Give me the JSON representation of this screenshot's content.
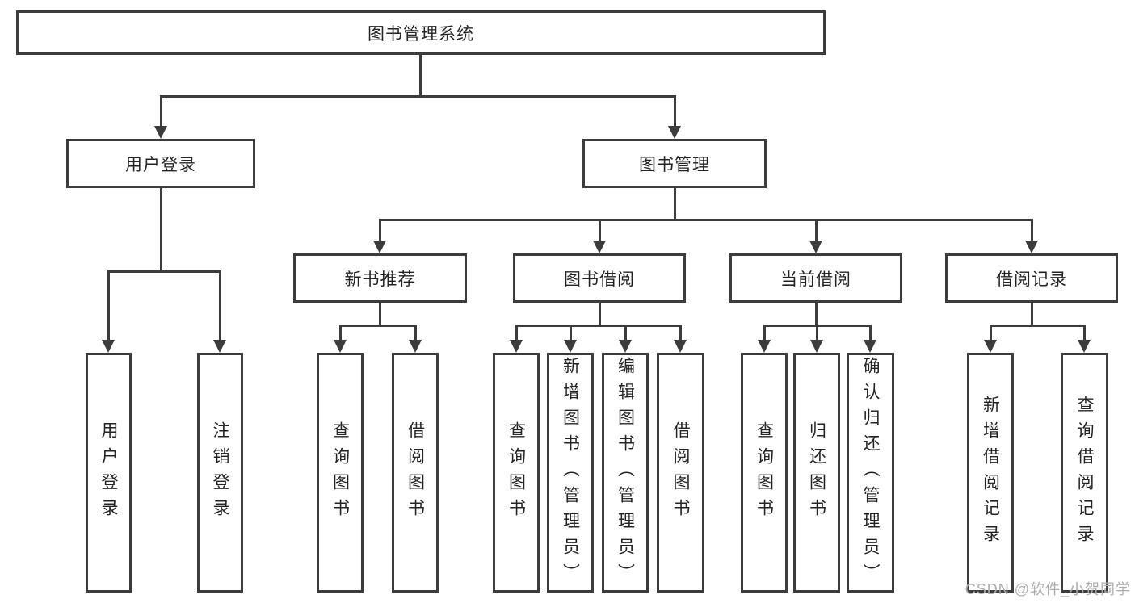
{
  "diagram": {
    "type": "hierarchy-tree",
    "colors": {
      "line": "#3c3c3c",
      "box_border": "#3c3c3c",
      "text": "#242424",
      "background": "#ffffff",
      "watermark_text": "#adadad"
    },
    "nodes": {
      "root": "图书管理系统",
      "user_login": "用户登录",
      "book_mgmt": "图书管理",
      "new_book_rec": "新书推荐",
      "book_borrow": "图书借阅",
      "current_borrow": "当前借阅",
      "borrow_record": "借阅记录",
      "ul_leaf_login": "用户登录",
      "ul_leaf_logout": "注销登录",
      "nbr_leaf_query": "查询图书",
      "nbr_leaf_borrow": "借阅图书",
      "bb_leaf_query": "查询图书",
      "bb_leaf_add": "新增图书（管理员）",
      "bb_leaf_edit": "编辑图书（管理员）",
      "bb_leaf_borrow": "借阅图书",
      "cb_leaf_query": "查询图书",
      "cb_leaf_return": "归还图书",
      "cb_leaf_confirm": "确认归还（管理员）",
      "br_leaf_add": "新增借阅记录",
      "br_leaf_query": "查询借阅记录"
    },
    "tree": {
      "图书管理系统": {
        "用户登录": [
          "用户登录",
          "注销登录"
        ],
        "图书管理": {
          "新书推荐": [
            "查询图书",
            "借阅图书"
          ],
          "图书借阅": [
            "查询图书",
            "新增图书（管理员）",
            "编辑图书（管理员）",
            "借阅图书"
          ],
          "当前借阅": [
            "查询图书",
            "归还图书",
            "确认归还（管理员）"
          ],
          "借阅记录": [
            "新增借阅记录",
            "查询借阅记录"
          ]
        }
      }
    },
    "watermark": "CSDN @软件_小贺同学"
  }
}
